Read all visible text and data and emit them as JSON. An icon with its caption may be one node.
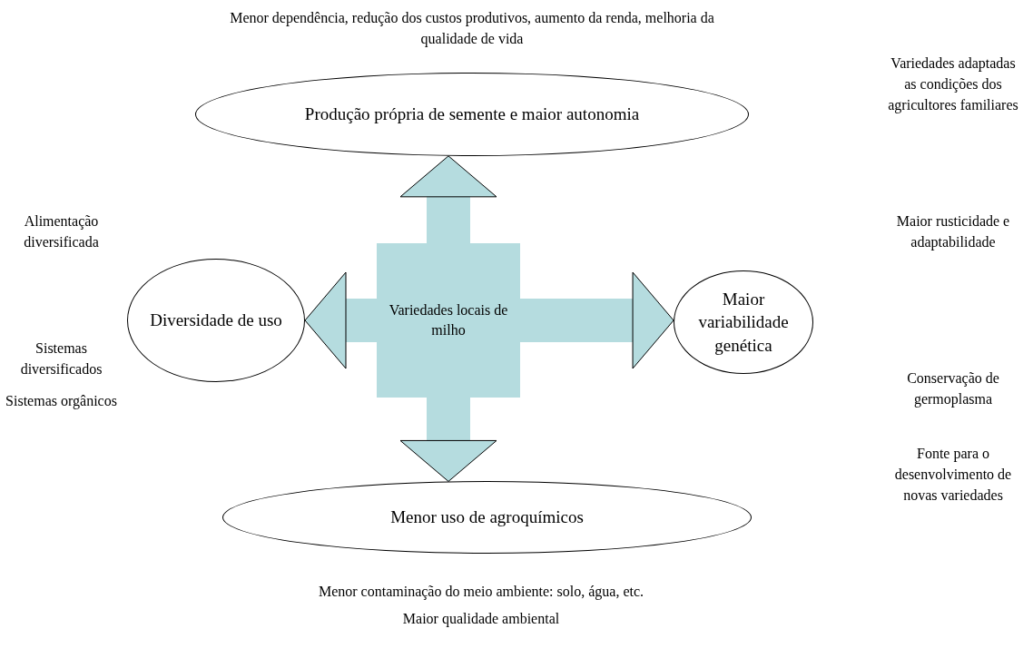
{
  "diagram": {
    "nodes": [
      {
        "text": [
          "Produção própria de semente e maior autonomia"
        ]
      },
      {
        "text": [
          "Diversidade de uso"
        ]
      },
      {
        "text": [
          "Variedades locais de milho"
        ]
      },
      {
        "text": [
          "Maior variabilidade genética"
        ]
      },
      {
        "text": [
          "Menor uso de agroquímicos"
        ]
      }
    ],
    "edges": [
      {
        "from": 2,
        "to": 0,
        "arrow": "to"
      },
      {
        "from": 2,
        "to": 1,
        "arrow": "to"
      },
      {
        "from": 2,
        "to": 3,
        "arrow": "to"
      },
      {
        "from": 2,
        "to": 4,
        "arrow": "to"
      }
    ],
    "labels": [
      "Menor dependência, redução dos custos produtivos, aumento da renda, melhoria da qualidade de vida",
      "Variedades adaptadas as condições dos agricultores familiares",
      "Alimentação diversificada",
      "Maior rusticidade e adaptabilidade",
      "Sistemas diversificados",
      "Sistemas orgânicos",
      "Conservação de germoplasma",
      "Fonte para o desenvolvimento de novas variedades",
      "Menor contaminação do meio ambiente: solo, água, etc.",
      "Maior qualidade ambiental"
    ]
  }
}
